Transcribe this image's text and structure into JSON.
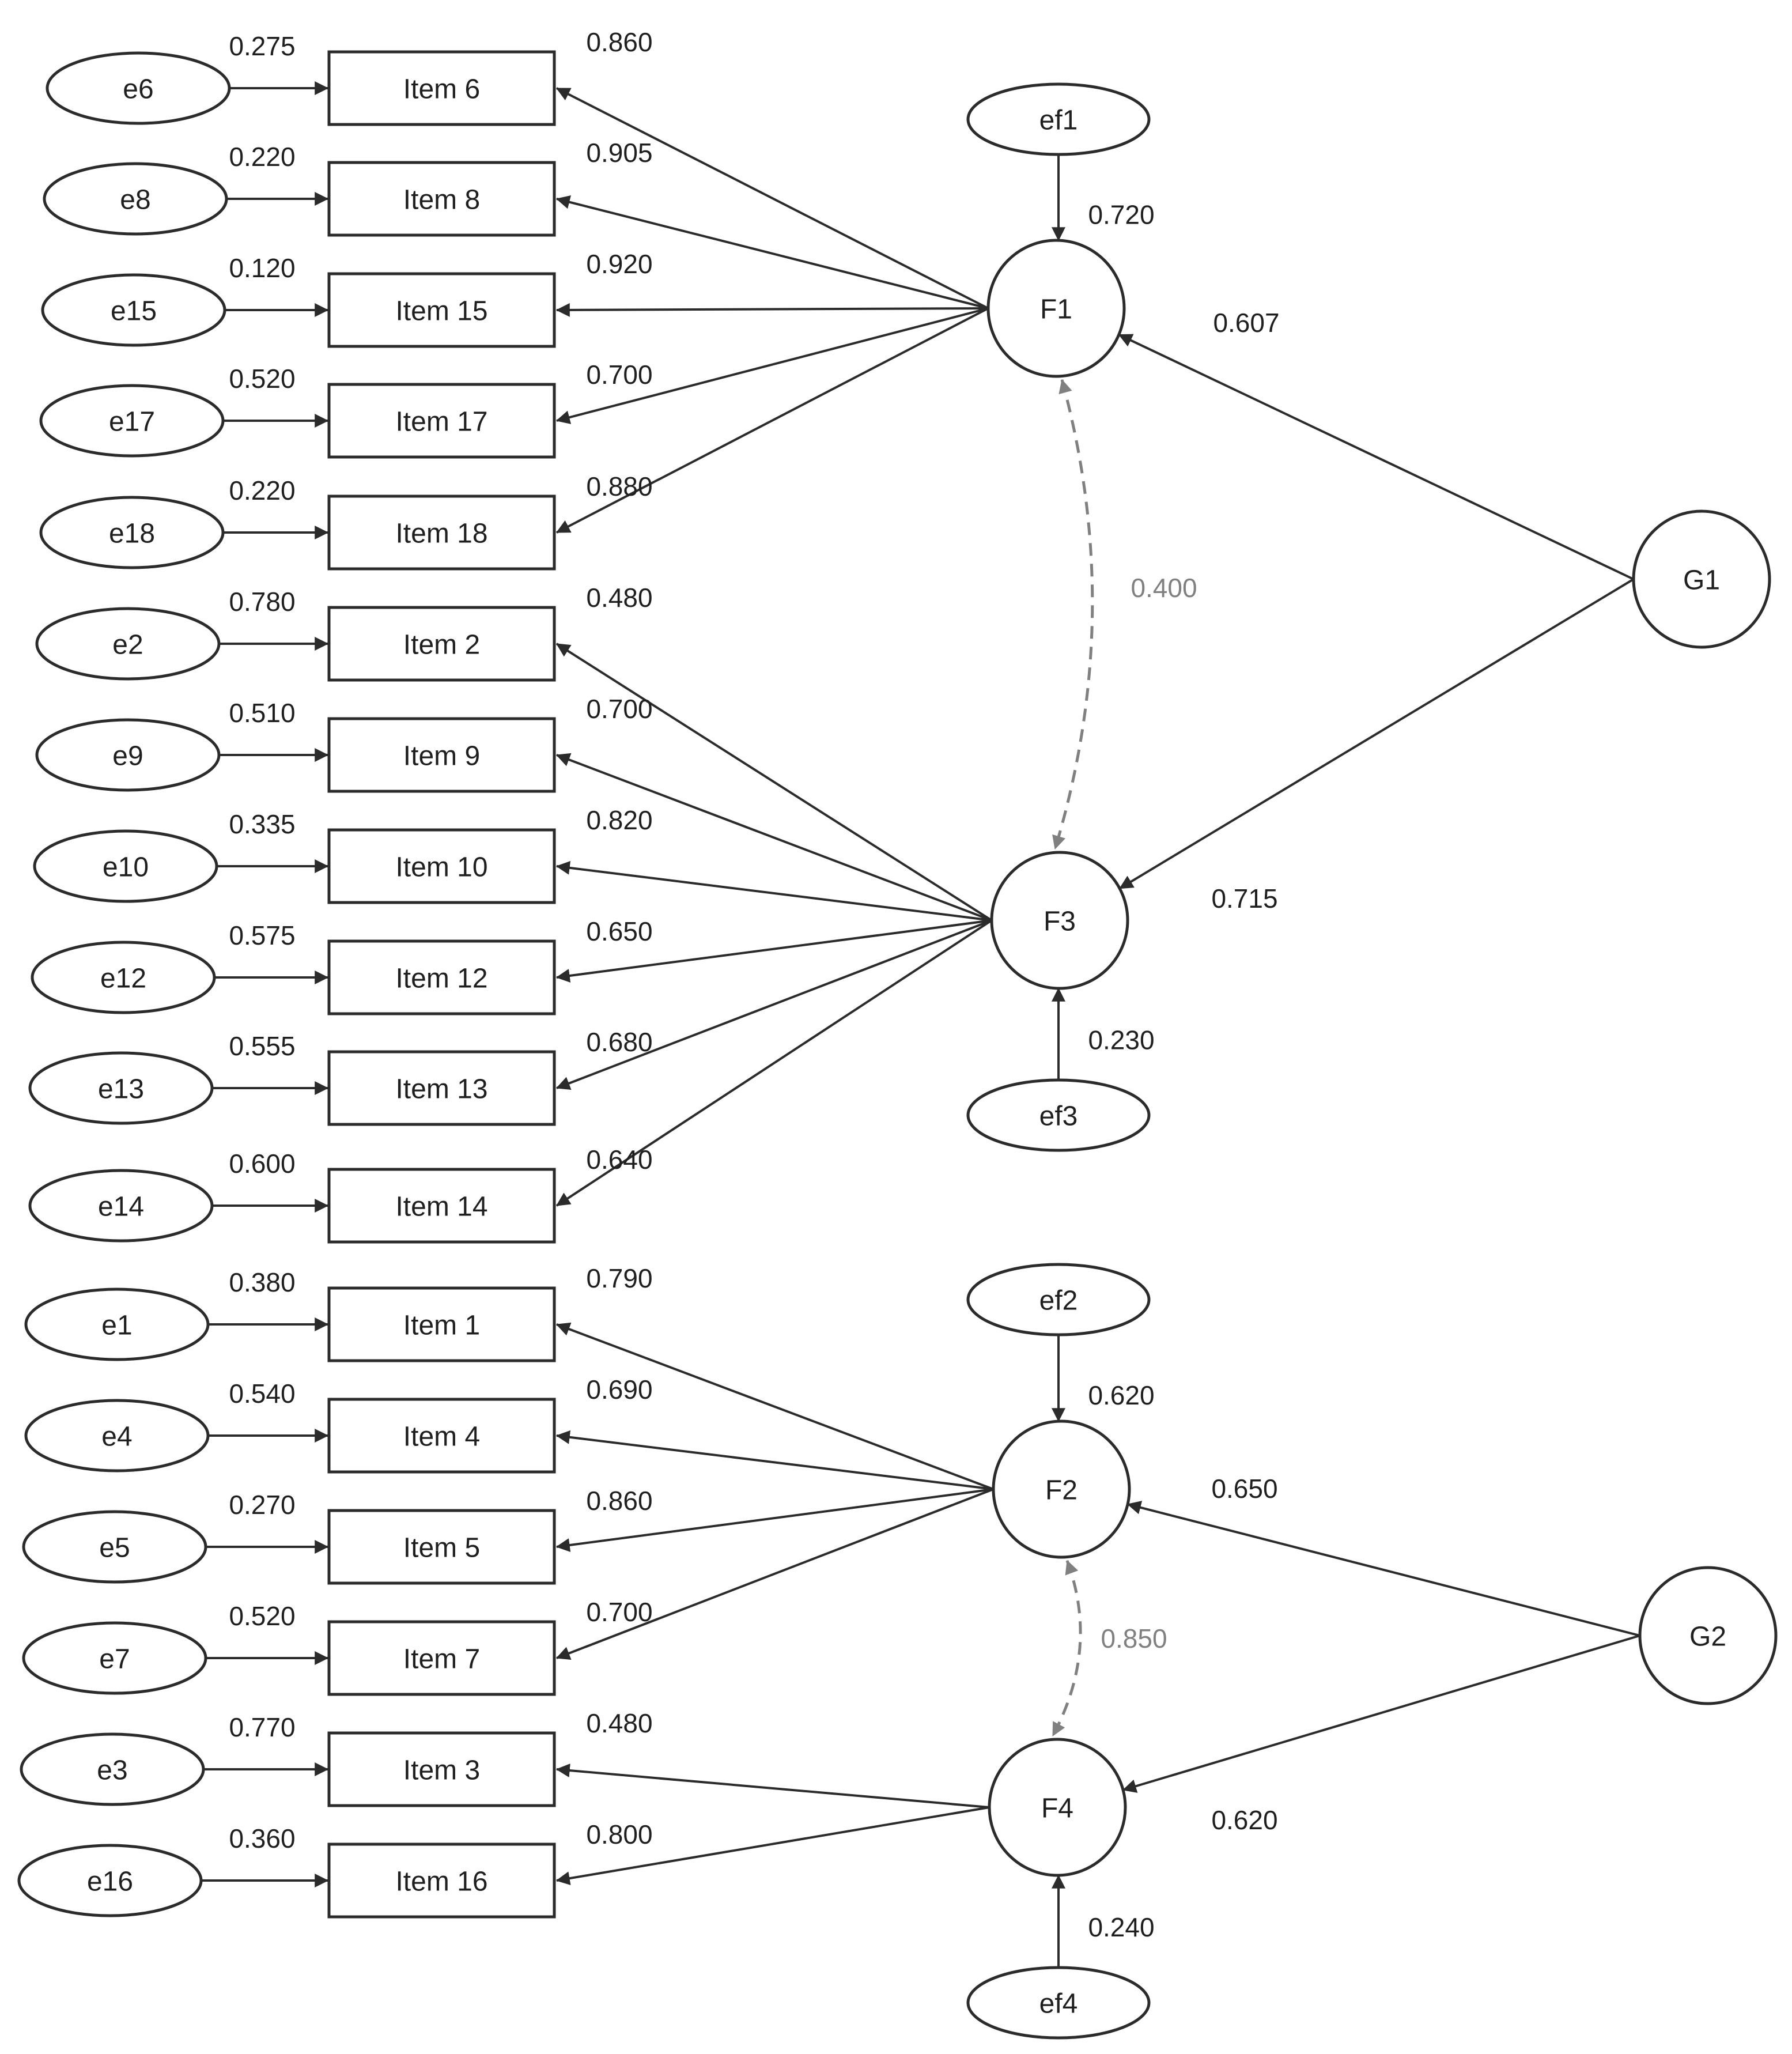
{
  "items": [
    {
      "id": "item6",
      "label": "Item 6",
      "error": "e6",
      "residual": "0.275",
      "factor": "F1",
      "loading": "0.860"
    },
    {
      "id": "item8",
      "label": "Item 8",
      "error": "e8",
      "residual": "0.220",
      "factor": "F1",
      "loading": "0.905"
    },
    {
      "id": "item15",
      "label": "Item 15",
      "error": "e15",
      "residual": "0.120",
      "factor": "F1",
      "loading": "0.920"
    },
    {
      "id": "item17",
      "label": "Item 17",
      "error": "e17",
      "residual": "0.520",
      "factor": "F1",
      "loading": "0.700"
    },
    {
      "id": "item18",
      "label": "Item 18",
      "error": "e18",
      "residual": "0.220",
      "factor": "F1",
      "loading": "0.880"
    },
    {
      "id": "item2",
      "label": "Item 2",
      "error": "e2",
      "residual": "0.780",
      "factor": "F3",
      "loading": "0.480"
    },
    {
      "id": "item9",
      "label": "Item 9",
      "error": "e9",
      "residual": "0.510",
      "factor": "F3",
      "loading": "0.700"
    },
    {
      "id": "item10",
      "label": "Item 10",
      "error": "e10",
      "residual": "0.335",
      "factor": "F3",
      "loading": "0.820"
    },
    {
      "id": "item12",
      "label": "Item 12",
      "error": "e12",
      "residual": "0.575",
      "factor": "F3",
      "loading": "0.650"
    },
    {
      "id": "item13",
      "label": "Item 13",
      "error": "e13",
      "residual": "0.555",
      "factor": "F3",
      "loading": "0.680"
    },
    {
      "id": "item14",
      "label": "Item 14",
      "error": "e14",
      "residual": "0.600",
      "factor": "F3",
      "loading": "0.640"
    },
    {
      "id": "item1",
      "label": "Item 1",
      "error": "e1",
      "residual": "0.380",
      "factor": "F2",
      "loading": "0.790"
    },
    {
      "id": "item4",
      "label": "Item 4",
      "error": "e4",
      "residual": "0.540",
      "factor": "F2",
      "loading": "0.690"
    },
    {
      "id": "item5",
      "label": "Item 5",
      "error": "e5",
      "residual": "0.270",
      "factor": "F2",
      "loading": "0.860"
    },
    {
      "id": "item7",
      "label": "Item 7",
      "error": "e7",
      "residual": "0.520",
      "factor": "F2",
      "loading": "0.700"
    },
    {
      "id": "item3",
      "label": "Item 3",
      "error": "e3",
      "residual": "0.770",
      "factor": "F4",
      "loading": "0.480"
    },
    {
      "id": "item16",
      "label": "Item 16",
      "error": "e16",
      "residual": "0.360",
      "factor": "F4",
      "loading": "0.800"
    }
  ],
  "factors": [
    {
      "id": "F1",
      "label": "F1",
      "disturbance": "ef1",
      "disturbance_value": "0.720",
      "general": "G1",
      "general_loading": "0.607"
    },
    {
      "id": "F3",
      "label": "F3",
      "disturbance": "ef3",
      "disturbance_value": "0.230",
      "general": "G1",
      "general_loading": "0.715"
    },
    {
      "id": "F2",
      "label": "F2",
      "disturbance": "ef2",
      "disturbance_value": "0.620",
      "general": "G2",
      "general_loading": "0.650"
    },
    {
      "id": "F4",
      "label": "F4",
      "disturbance": "ef4",
      "disturbance_value": "0.240",
      "general": "G2",
      "general_loading": "0.620"
    }
  ],
  "general_factors": [
    {
      "id": "G1",
      "label": "G1"
    },
    {
      "id": "G2",
      "label": "G2"
    }
  ],
  "correlations": [
    {
      "from": "F1",
      "to": "F3",
      "value": "0.400"
    },
    {
      "from": "F2",
      "to": "F4",
      "value": "0.850"
    }
  ],
  "colors": {
    "line": "#2b2b2b",
    "correlation": "#808080",
    "text": "#1f1f1f"
  }
}
